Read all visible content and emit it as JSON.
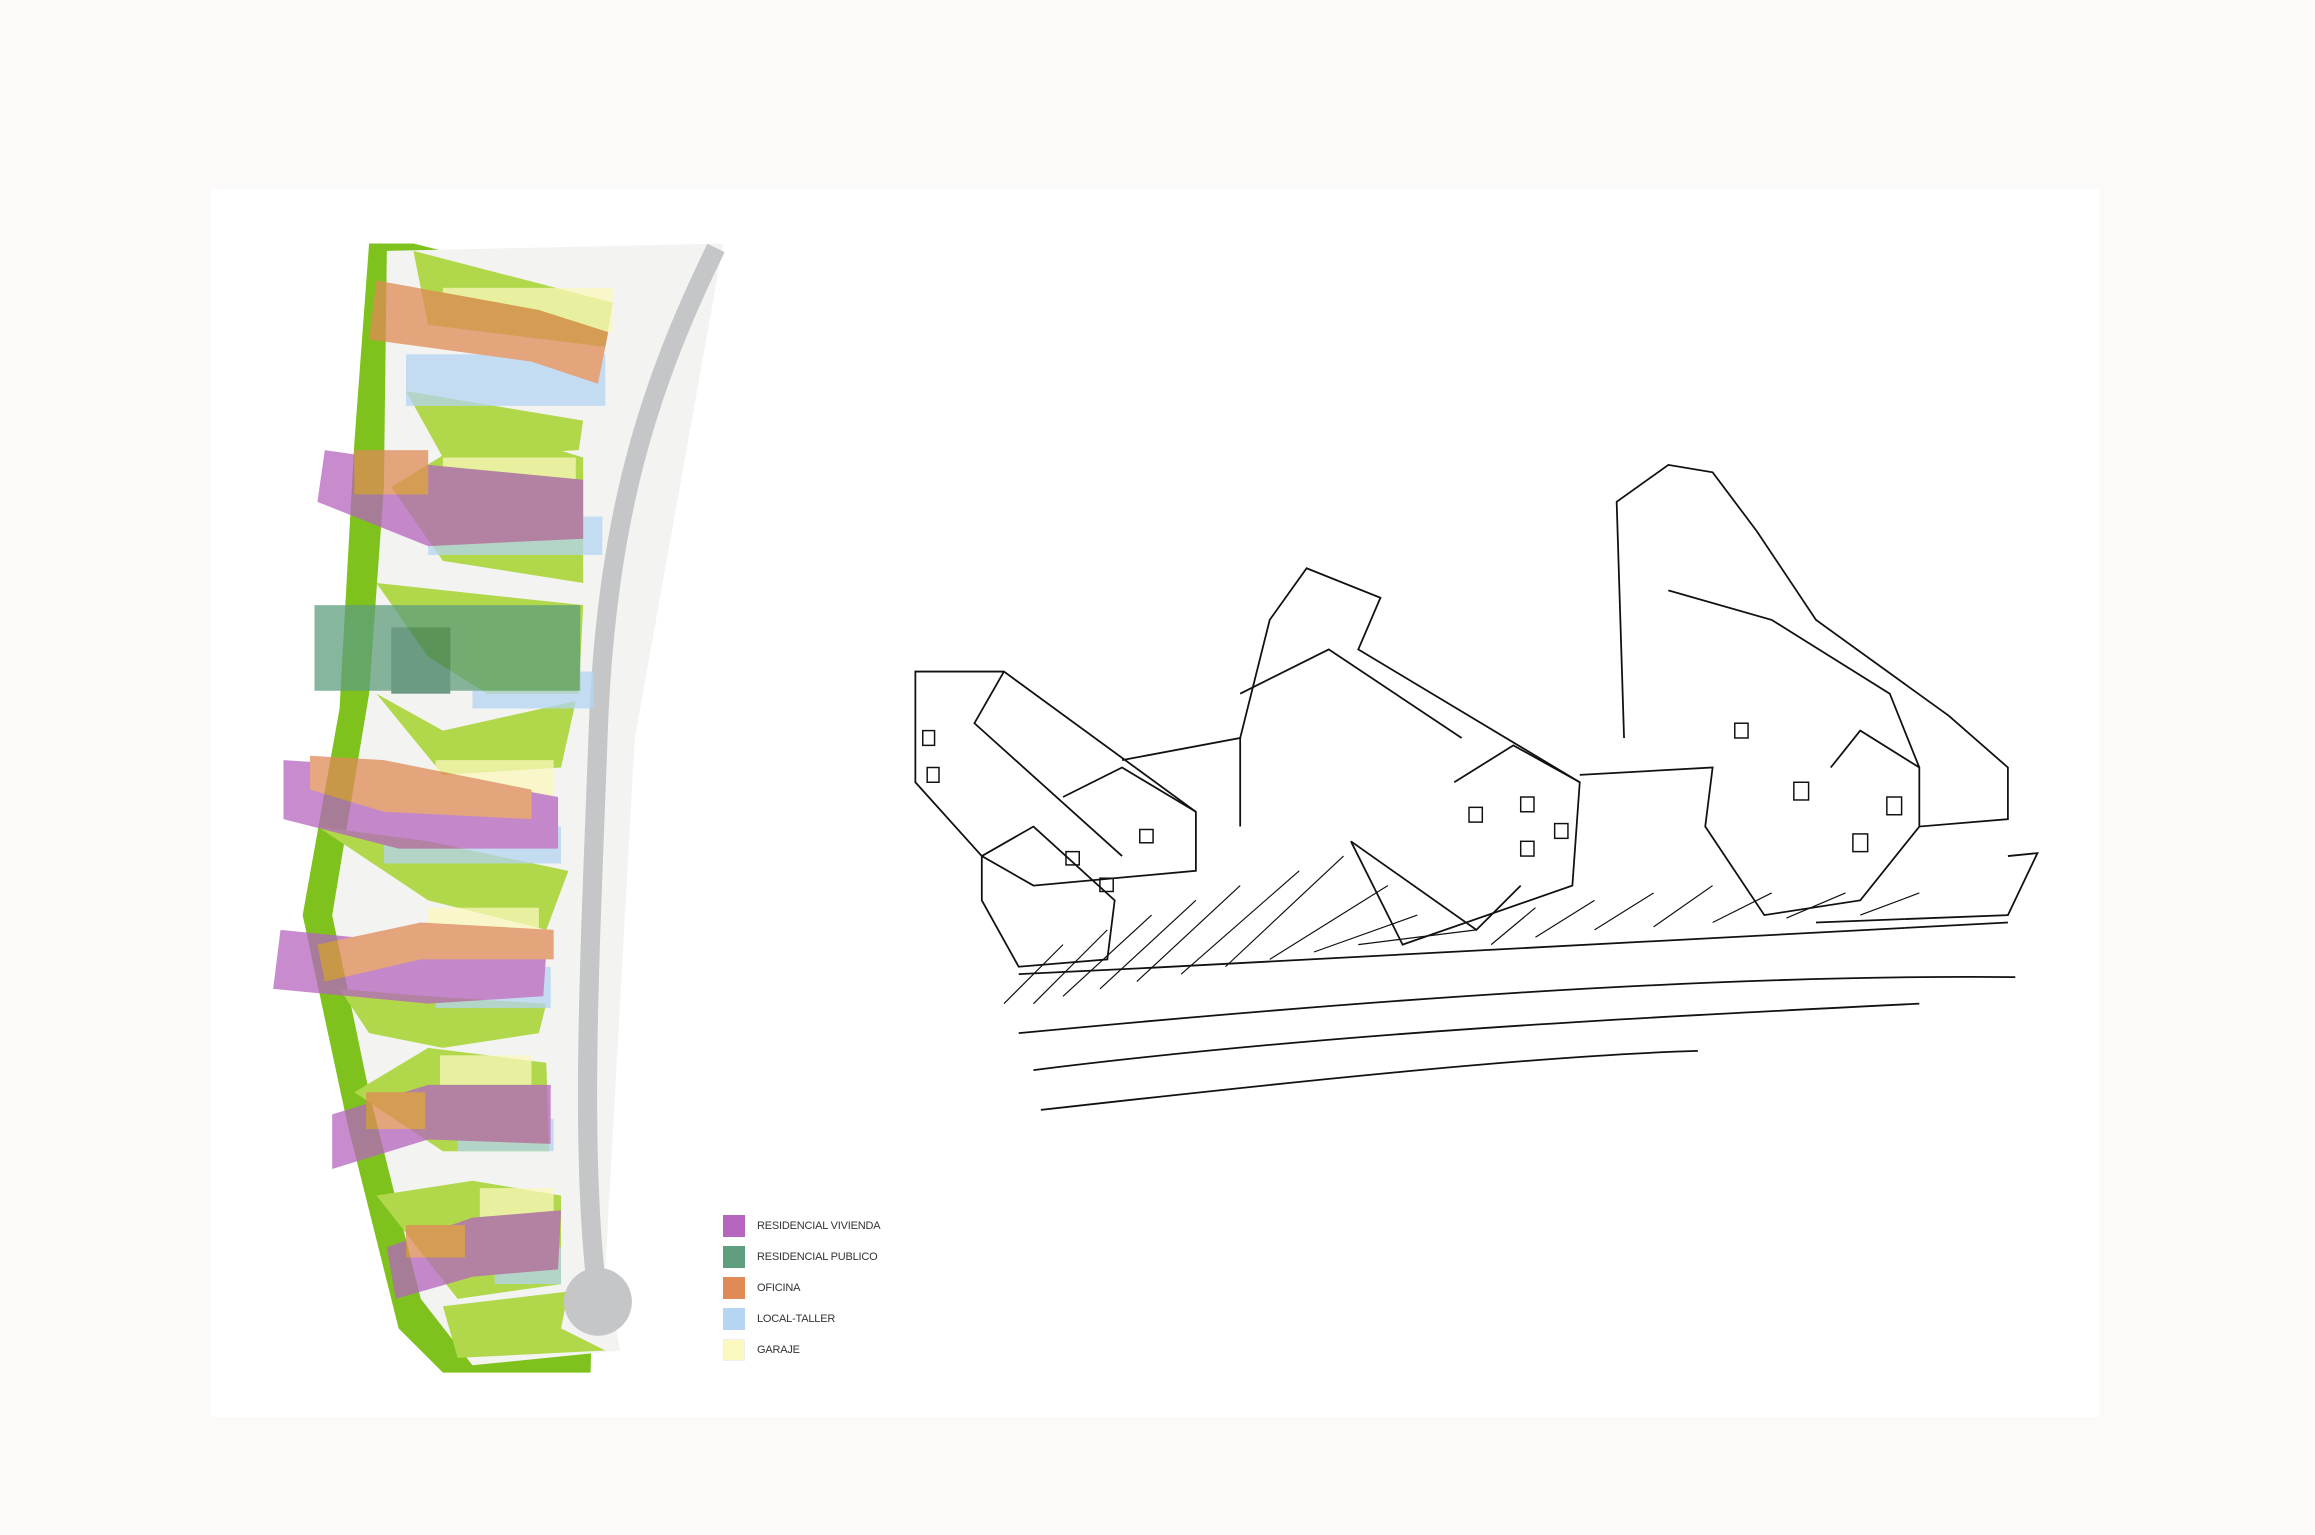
{
  "legend": {
    "items": [
      {
        "label": "RESIDENCIAL VIVIENDA",
        "color": "#b565be"
      },
      {
        "label": "RESIDENCIAL PUBLICO",
        "color": "#5f9e7e"
      },
      {
        "label": "OFICINA",
        "color": "#e08a56"
      },
      {
        "label": "LOCAL-TALLER",
        "color": "#b5d5f2"
      },
      {
        "label": "GARAJE",
        "color": "#fbf9bd"
      }
    ]
  },
  "colors": {
    "green": "#a6d140",
    "darkgreen": "#7fc21e",
    "road": "#c4c6c8",
    "path": "#f4f4f2"
  }
}
